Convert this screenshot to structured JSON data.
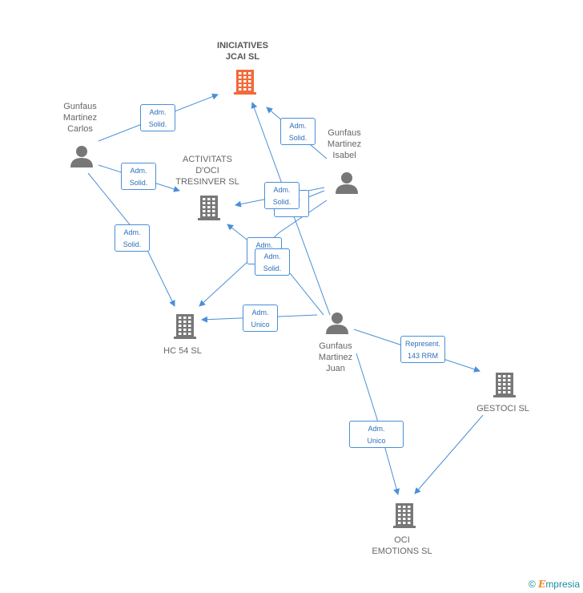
{
  "nodes": {
    "iniciatives": {
      "label": "INICIATIVES\nJCAI SL"
    },
    "activitats": {
      "label": "ACTIVITATS\nD'OCI\nTRESINVER SL"
    },
    "hc54": {
      "label": "HC 54 SL"
    },
    "gestoci": {
      "label": "GESTOCI SL"
    },
    "oci": {
      "label": "OCI\nEMOTIONS SL"
    },
    "carlos": {
      "label": "Gunfaus\nMartinez\nCarlos"
    },
    "isabel": {
      "label": "Gunfaus\nMartinez\nIsabel"
    },
    "juan": {
      "label": "Gunfaus\nMartinez\nJuan"
    }
  },
  "edges": [
    {
      "label": "Adm.\nSolid."
    },
    {
      "label": "Adm.\nSolid."
    },
    {
      "label": "Adm.\nSolid."
    },
    {
      "label": "Adm.\nSolid."
    },
    {
      "label": "Solid."
    },
    {
      "label": "Adm.\nSolid."
    },
    {
      "label": "Adm.\nSolid."
    },
    {
      "label": "Adm.\nSolid."
    },
    {
      "label": "Adm.\nSolid."
    },
    {
      "label": "Adm.\nUnico"
    },
    {
      "label": "Represent.\n143 RRM"
    },
    {
      "label": "Adm.\nUnico"
    }
  ],
  "colors": {
    "main_company": "#f26a3b",
    "company": "#777777",
    "person": "#777777",
    "edge": "#4a8fd8"
  },
  "footer": {
    "copyright": "©",
    "brand_e": "E",
    "brand_rest": "mpresia"
  }
}
